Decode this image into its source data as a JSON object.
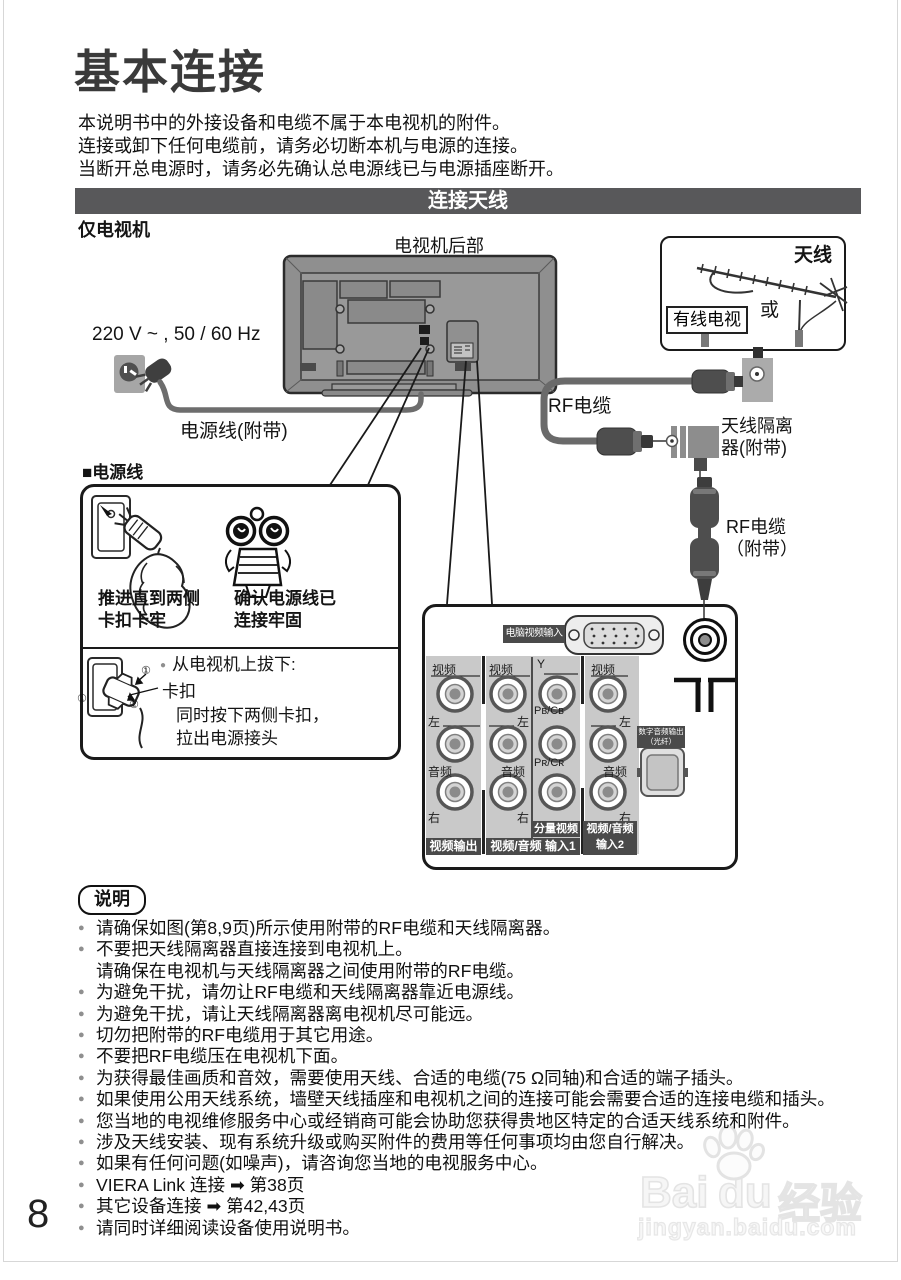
{
  "page": {
    "title": "基本连接",
    "intro": [
      "本说明书中的外接设备和电缆不属于本电视机的附件。",
      "连接或卸下任何电缆前，请务必切断本机与电源的连接。",
      "当断开总电源时，请务必先确认总电源线已与电源插座断开。"
    ],
    "banner": "连接天线",
    "page_number": "8"
  },
  "diagram": {
    "tv_only": "仅电视机",
    "tv_back": "电视机后部",
    "power_spec": "220 V ~ , 50 / 60 Hz",
    "power_cord": "电源线(附带)",
    "antenna": "天线",
    "or": "或",
    "cable_tv": "有线电视",
    "rf_cable": "RF电缆",
    "isolator_l1": "天线隔离",
    "isolator_l2": "器(附带)",
    "rf_supplied_l1": "RF电缆",
    "rf_supplied_l2": "（附带）"
  },
  "power_box": {
    "heading": "■电源线",
    "push_l1": "推进直到两侧",
    "push_l2": "卡扣卡牢",
    "confirm_l1": "确认电源线已",
    "confirm_l2": "连接牢固",
    "unplug_title": "从电视机上拔下:",
    "clip": "卡扣",
    "unplug_l1": "同时按下两侧卡扣，",
    "unplug_l2": "拉出电源接头",
    "n1": "①",
    "n2": "②"
  },
  "panel": {
    "pc_input": "电脑视频输入",
    "video1": "视频",
    "left1": "左",
    "audio1": "音频",
    "right1": "右",
    "video2": "视频",
    "left2": "左",
    "audio2": "音频",
    "right2": "右",
    "y": "Y",
    "pb": "Pʙ/Cʙ",
    "pr": "Pʀ/Cʀ",
    "video4": "视频",
    "left4": "左",
    "audio4": "音频",
    "right4": "右",
    "component": "分量视频",
    "video_out": "视频输出",
    "av_in1": "视频/音频  输入1",
    "av_in2_l1": "视频/音频",
    "av_in2_l2": "输入2",
    "digital_l1": "数字音频输出",
    "digital_l2": "（光纤）"
  },
  "notes": {
    "heading": "说明",
    "items": [
      {
        "text": "请确保如图(第8,9页)所示使用附带的RF电缆和天线隔离器。"
      },
      {
        "text": "不要把天线隔离器直接连接到电视机上。"
      },
      {
        "text": "请确保在电视机与天线隔离器之间使用附带的RF电缆。"
      },
      {
        "text": "为避免干扰，请勿让RF电缆和天线隔离器靠近电源线。"
      },
      {
        "text": "为避免干扰，请让天线隔离器离电视机尽可能远。"
      },
      {
        "text": "切勿把附带的RF电缆用于其它用途。"
      },
      {
        "text": "不要把RF电缆压在电视机下面。"
      },
      {
        "text": "为获得最佳画质和音效，需要使用天线、合适的电缆(75 Ω同轴)和合适的端子插头。"
      },
      {
        "text": "如果使用公用天线系统，墙壁天线插座和电视机之间的连接可能会需要合适的连接电缆和插头。"
      },
      {
        "text": "您当地的电视维修服务中心或经销商可能会协助您获得贵地区特定的合适天线系统和附件。"
      },
      {
        "text": "涉及天线安装、现有系统升级或购买附件的费用等任何事项均由您自行解决。"
      },
      {
        "text": "如果有任何问题(如噪声)，请咨询您当地的电视服务中心。"
      },
      {
        "text": "VIERA Link 连接 ➡ 第38页"
      },
      {
        "text": "其它设备连接 ➡ 第42,43页"
      },
      {
        "text": "请同时详细阅读设备使用说明书。"
      }
    ]
  },
  "watermark": {
    "bai": "Bai",
    "du": "du",
    "cn": "经验",
    "url": "jingyan.baidu.com"
  }
}
